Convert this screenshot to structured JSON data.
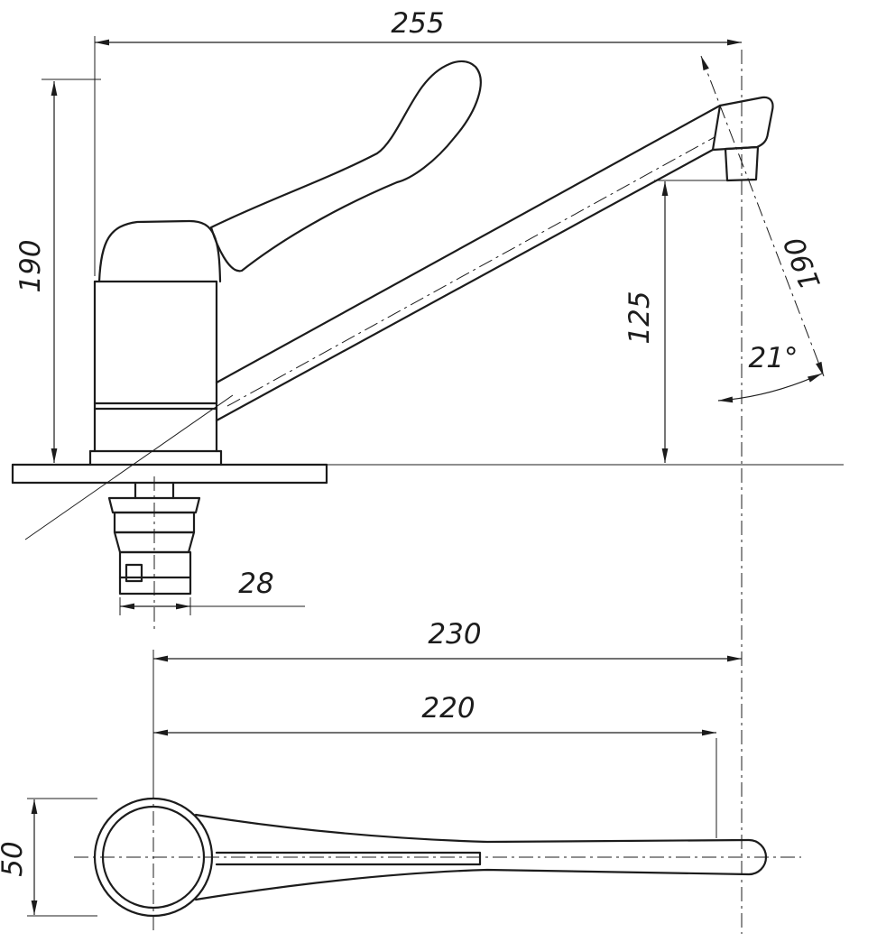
{
  "drawing": {
    "colors": {
      "ink": "#1c1c1c",
      "background": "#ffffff"
    },
    "dims": {
      "overall_length": "255",
      "total_height": "190",
      "spout_axis_length": "190",
      "spout_outlet_height": "125",
      "spout_angle": "21°",
      "shank_width": "28",
      "reach_to_axis": "230",
      "reach_to_tip": "220",
      "handle_knob_diameter": "50"
    }
  }
}
